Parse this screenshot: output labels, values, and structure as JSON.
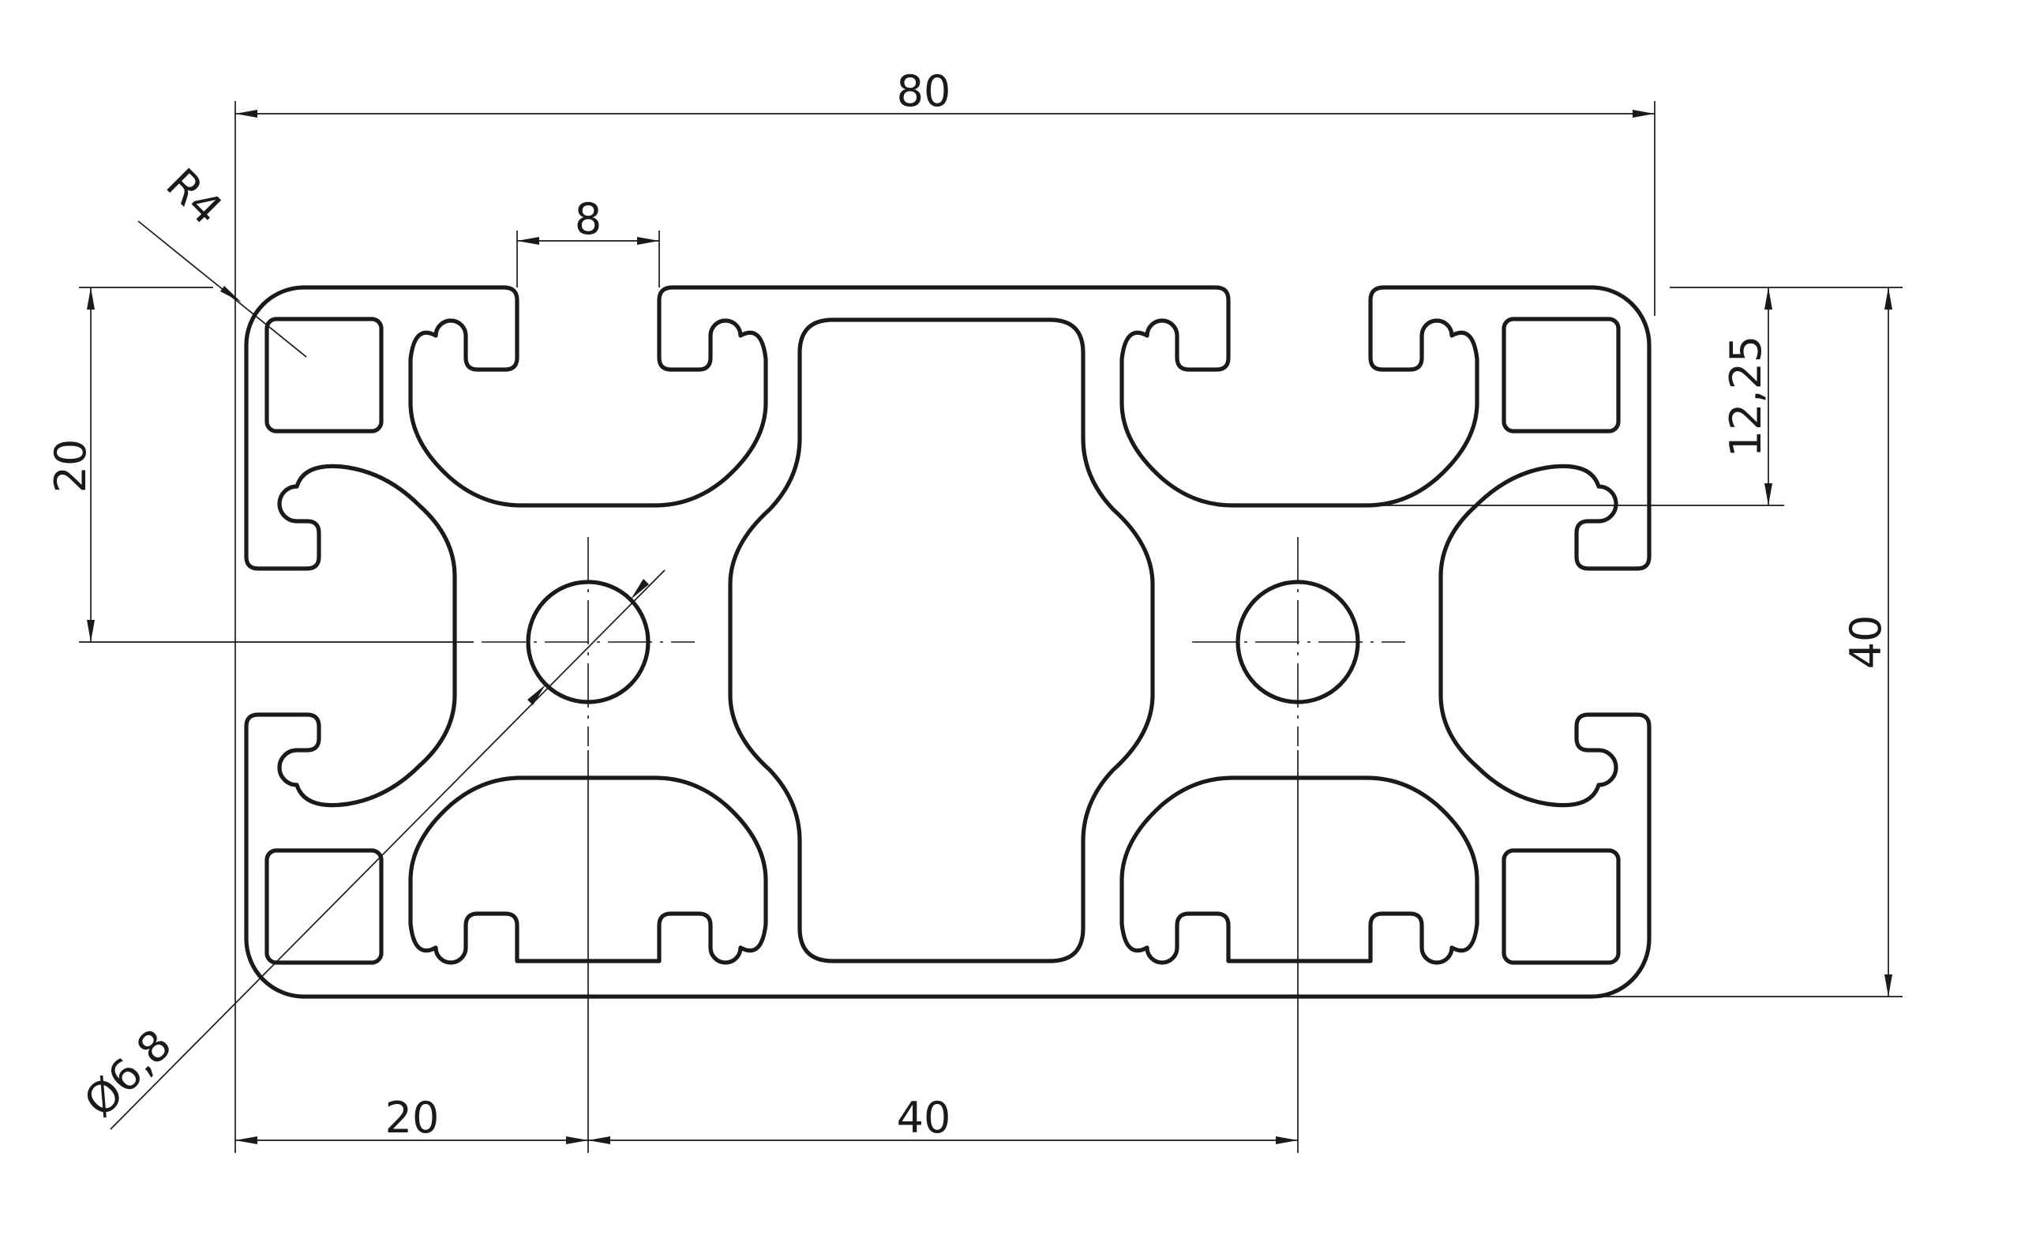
{
  "drawing": {
    "dimensions": {
      "overall_width": "80",
      "slot_width": "8",
      "corner_radius": "R4",
      "half_height": "20",
      "slot_depth": "12,25",
      "overall_height": "40",
      "hole_diameter": "Ø6,8",
      "edge_to_hole": "20",
      "hole_spacing": "40"
    }
  }
}
